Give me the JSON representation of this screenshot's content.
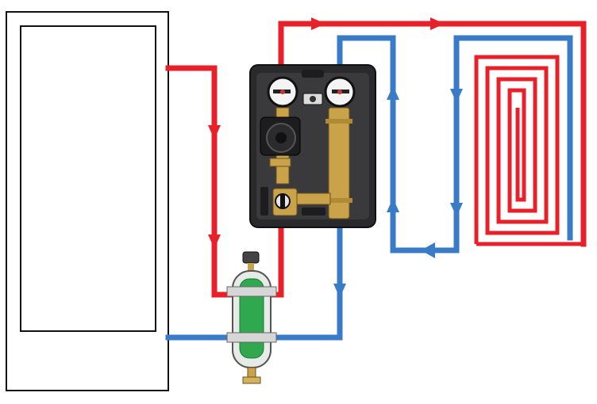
{
  "colors": {
    "supply": "#e8202a",
    "return": "#3a7bc8",
    "outline": "#111111",
    "pump_body": "#3a3a3c",
    "pump_shell": "#2a2a2c",
    "brass": "#c9a24a",
    "separator_glass": "#e7ebe8",
    "separator_core": "#2fa84f"
  },
  "components": {
    "boiler": "boiler-unit",
    "pump_group": "mixing-pump-station",
    "separator": "hydraulic-separator",
    "floor_loop": "underfloor-heating-coil"
  },
  "icons": {
    "flow_arrow": "triangle-arrow-icon",
    "gauge": "thermometer-gauge-icon",
    "pump": "circulator-pump-icon",
    "valve": "mixing-valve-icon"
  }
}
